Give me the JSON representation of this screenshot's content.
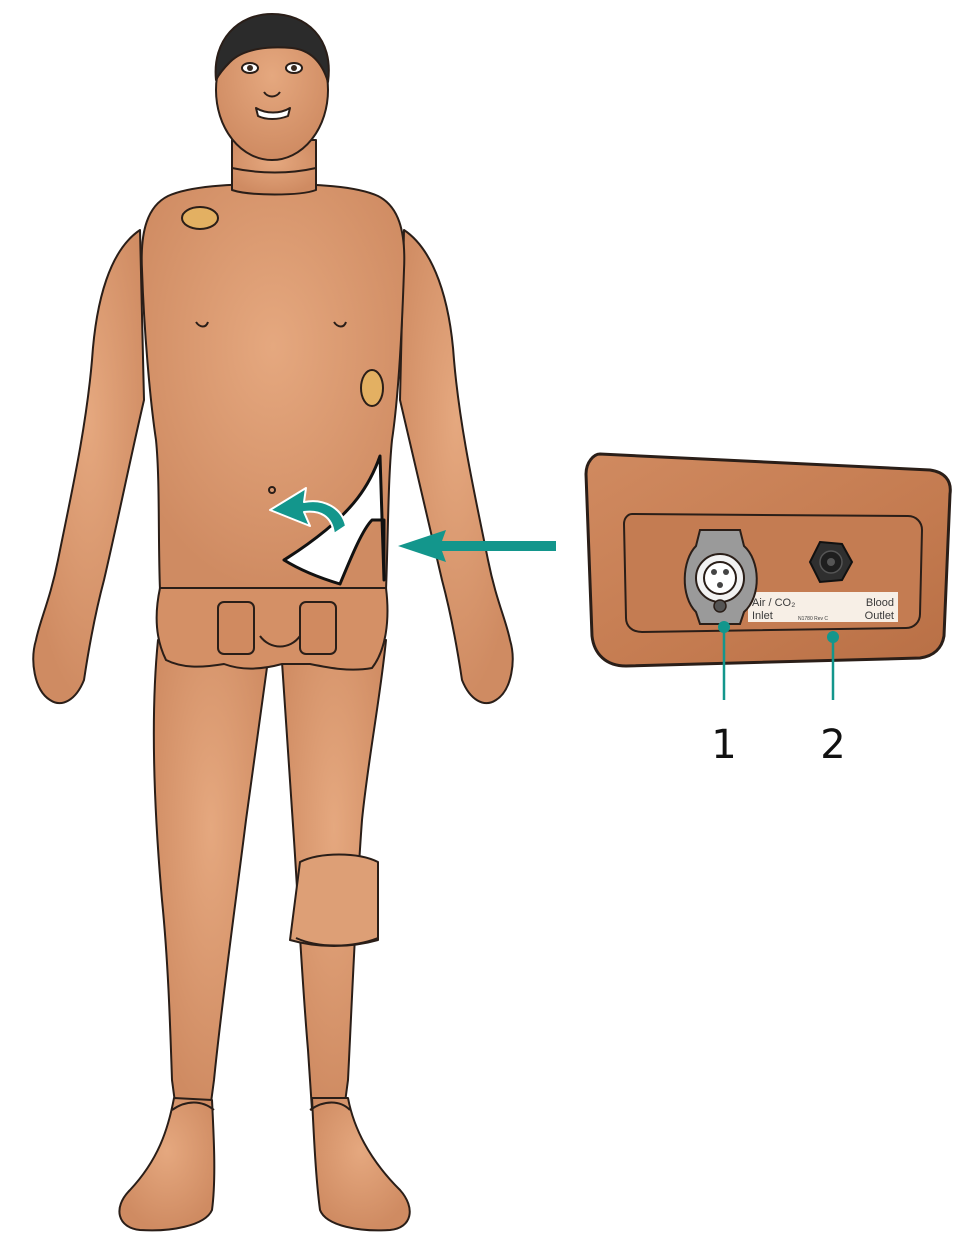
{
  "panel": {
    "label_air_line1": "Air / CO₂",
    "label_air_line2": "Inlet",
    "label_blood_line1": "Blood",
    "label_blood_line2": "Outlet",
    "part_number": "N1780 Rev C"
  },
  "callouts": {
    "one": "1",
    "two": "2"
  },
  "colors": {
    "skin": "#d9956b",
    "skin_dark": "#c17f56",
    "outline": "#2a1e18",
    "accent_teal": "#13968c",
    "panel_copper": "#c98257",
    "hair": "#2b2b2b"
  },
  "icons": {
    "arrow_to_panel": "left-arrow-icon",
    "arrow_flap": "curved-arrow-icon"
  }
}
